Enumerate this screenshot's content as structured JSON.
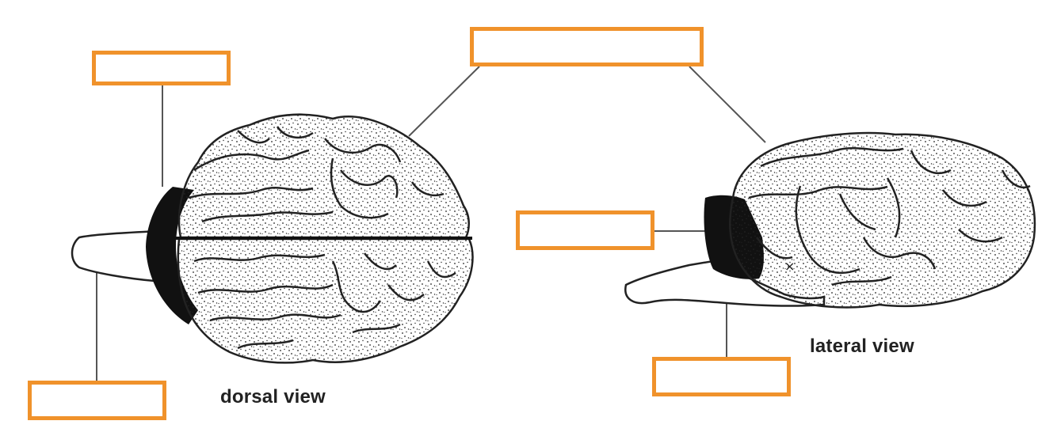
{
  "views": {
    "dorsal_label": "dorsal view",
    "lateral_label": "lateral view"
  },
  "answer_boxes": [
    {
      "id": "top",
      "value": ""
    },
    {
      "id": "upper-left",
      "value": ""
    },
    {
      "id": "mid-right",
      "value": ""
    },
    {
      "id": "lower-left",
      "value": ""
    },
    {
      "id": "lower-right",
      "value": ""
    }
  ],
  "colors": {
    "box_border": "#f0922b",
    "line": "#555555",
    "brain_fill": "#ffffff",
    "cerebellum": "#111111",
    "ink": "#222222"
  }
}
